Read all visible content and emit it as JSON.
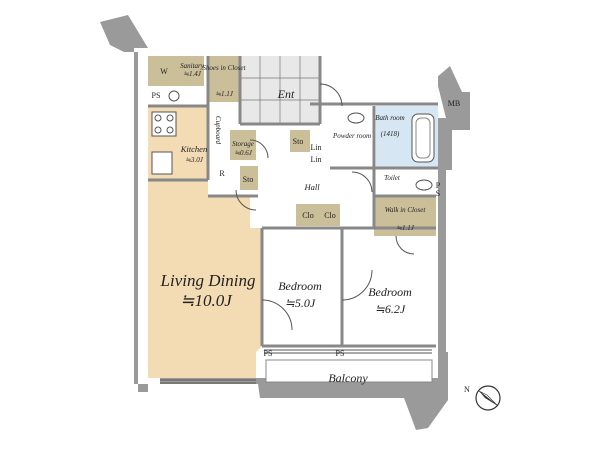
{
  "rooms": {
    "living_dining": {
      "name": "Living Dining",
      "size": "≒10.0J"
    },
    "bedroom1": {
      "name": "Bedroom",
      "size": "≒5.0J"
    },
    "bedroom2": {
      "name": "Bedroom",
      "size": "≒6.2J"
    },
    "kitchen": {
      "name": "Kitchen",
      "size": "≒3.0J"
    },
    "sanitary": {
      "name": "Sanitary",
      "size": "≒1.4J"
    },
    "shoes_closet": {
      "name": "Shoes in Closet",
      "size": "≒1.1J"
    },
    "storage": {
      "name": "Storage",
      "size": "≒0.6J"
    },
    "walk_in_closet": {
      "name": "Walk in Closet",
      "size": "≒1.1J"
    },
    "bath": {
      "name": "Bath room",
      "size": "(1418)"
    },
    "powder": {
      "name": "Powder room"
    },
    "toilet": {
      "name": "Toilet"
    },
    "hall": {
      "name": "Hall"
    },
    "entrance": {
      "name": "Ent"
    },
    "balcony": {
      "name": "Balcony"
    },
    "cupboard": {
      "name": "Cupboard"
    }
  },
  "tags": {
    "w": "W",
    "ps": "PS",
    "sto": "Sto",
    "lin": "Lin",
    "clo": "Clo",
    "r": "R",
    "mb": "MB",
    "p": "P",
    "s": "S"
  },
  "compass": {
    "label": "N",
    "icon": "compass-icon"
  }
}
